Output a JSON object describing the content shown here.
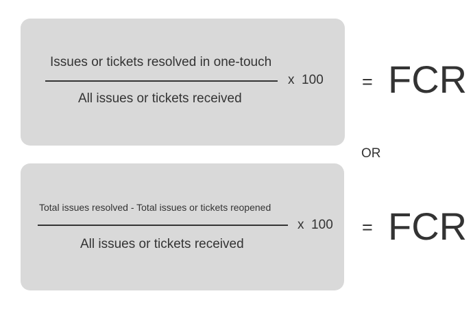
{
  "formula1": {
    "numerator": "Issues or tickets resolved in one-touch",
    "denominator": "All issues or tickets received",
    "multiplier": "x  100",
    "equals": "=",
    "result": "FCR"
  },
  "connector": "OR",
  "formula2": {
    "numerator": "Total issues resolved - Total issues or tickets reopened",
    "denominator": "All issues or tickets received",
    "multiplier": "x  100",
    "equals": "=",
    "result": "FCR"
  },
  "colors": {
    "box_background": "#d9d9d9",
    "text": "#333333"
  }
}
